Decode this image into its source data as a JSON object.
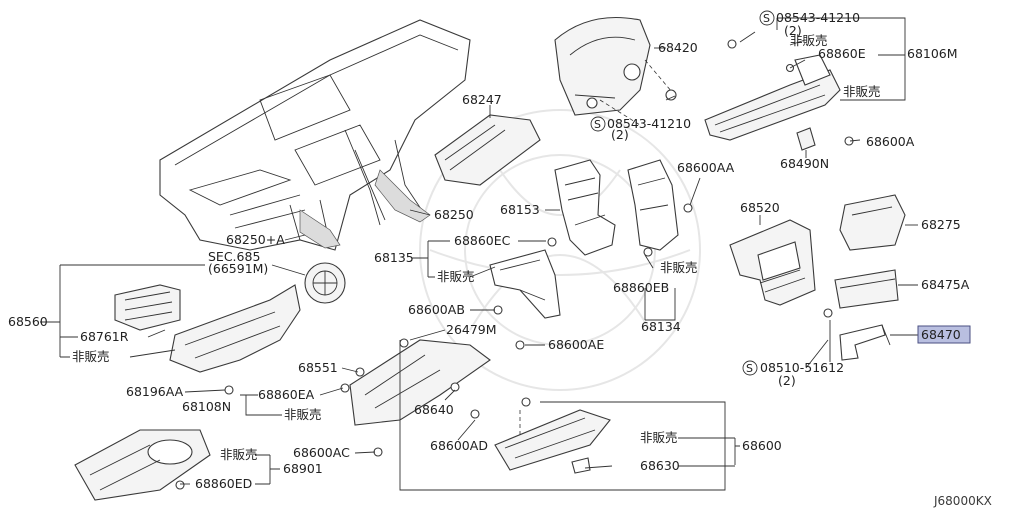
{
  "diagram": {
    "code": "J68000KX",
    "highlighted_part": "68470",
    "labels": {
      "l68420": "68420",
      "l08543a": "08543-41210",
      "l08543a_q": "(2)",
      "l08543b": "08543-41210",
      "l08543b_q": "(2)",
      "l_hihanbai_top": "非販売",
      "l68860e": "68860E",
      "l68106m": "68106M",
      "l_hihanbai_top2": "非販売",
      "l68600a": "68600A",
      "l68490n": "68490N",
      "l68247": "68247",
      "l68600aa": "68600AA",
      "l68250": "68250",
      "l68250a": "68250+A",
      "l68153": "68153",
      "l68520": "68520",
      "l68275": "68275",
      "lsec685": "SEC.685",
      "l66591m": "(66591M)",
      "l68135": "68135",
      "l68860ec": "68860EC",
      "l_hihanbai_135": "非販売",
      "l_hihanbai_134": "非販売",
      "l68475a": "68475A",
      "l68560": "68560",
      "l68761r": "68761R",
      "l_hihanbai_560": "非販売",
      "l68600ab": "68600AB",
      "l68860eb": "68860EB",
      "l68134": "68134",
      "l68470": "68470",
      "l26479m": "26479M",
      "l68600ae": "68600AE",
      "l68551": "68551",
      "l08510": "08510-51612",
      "l08510_q": "(2)",
      "l68196aa": "68196AA",
      "l68860ea": "68860EA",
      "l68108n": "68108N",
      "l_hihanbai_108": "非販売",
      "l68640": "68640",
      "l68600ad": "68600AD",
      "l_hihanbai_600": "非販売",
      "l68600": "68600",
      "l68600ac": "68600AC",
      "l_hihanbai_901": "非販売",
      "l68901": "68901",
      "l68630": "68630",
      "l68860ed": "68860ED",
      "screw_mark": "S"
    }
  },
  "colors": {
    "line": "#333333",
    "highlight_fill": "#b9bfe0",
    "highlight_border": "#4a4f82"
  }
}
